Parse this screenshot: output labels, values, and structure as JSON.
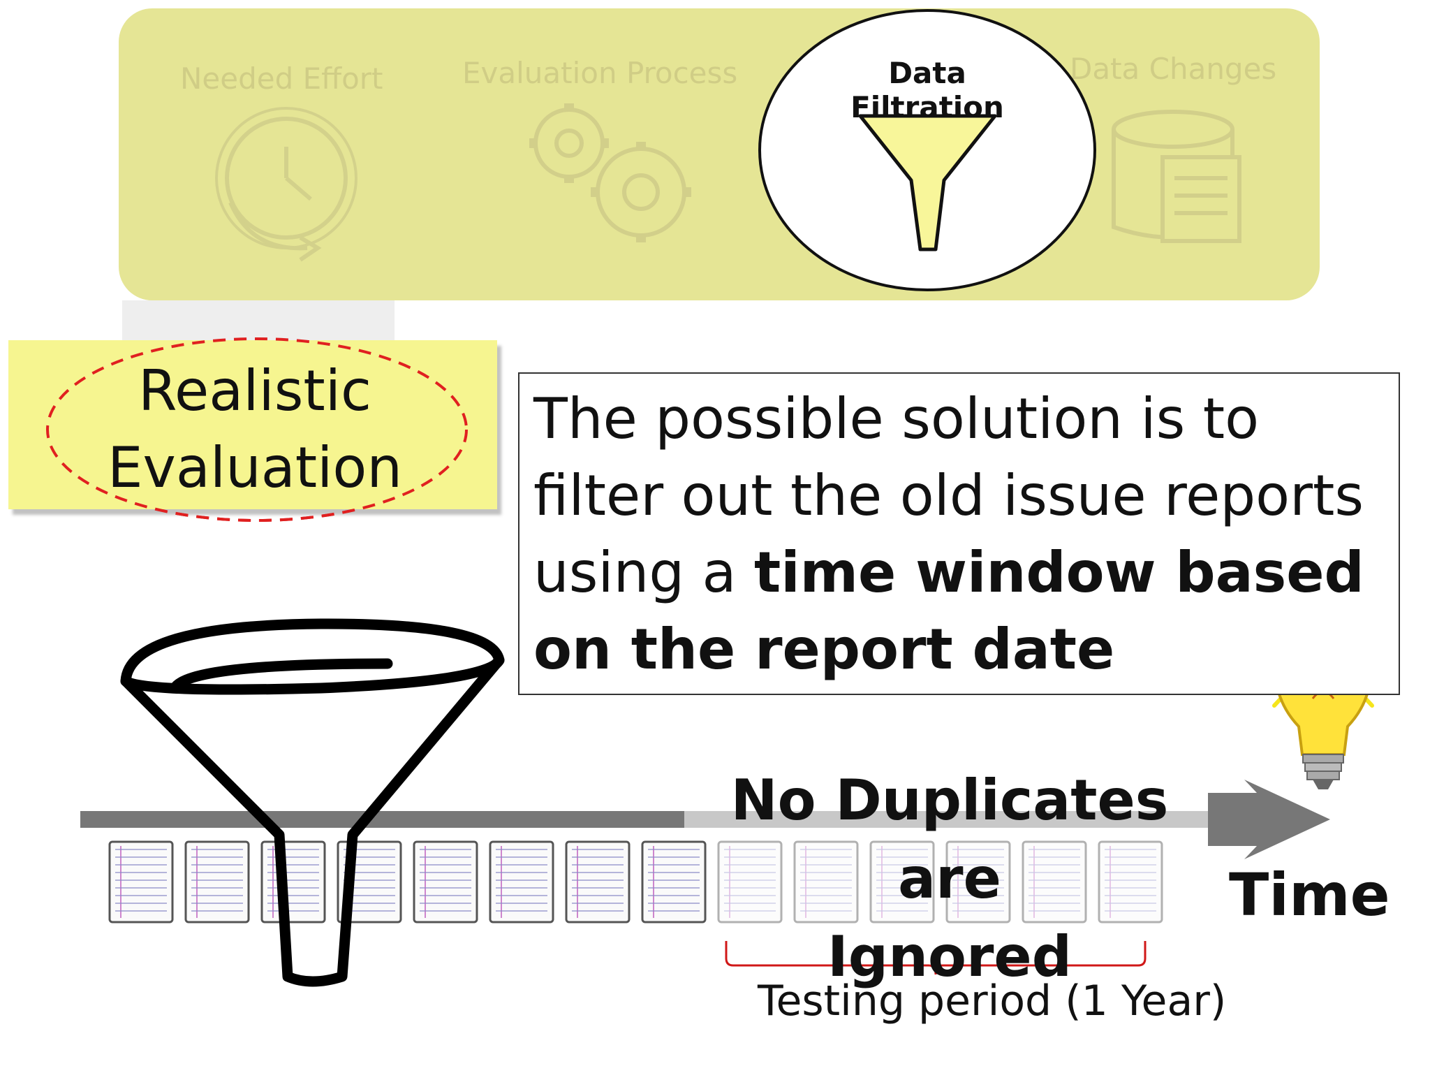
{
  "banner": {
    "steps": [
      {
        "label": "Needed Effort",
        "icon": "clock-cycle-icon",
        "active": false
      },
      {
        "label": "Evaluation Process",
        "icon": "gears-icon",
        "active": false
      },
      {
        "label": "Data Filtration",
        "icon": "funnel-icon",
        "active": true
      },
      {
        "label": "Data Changes",
        "icon": "database-document-icon",
        "active": false
      }
    ],
    "color": "#e5e595"
  },
  "note": {
    "line1": "Realistic",
    "line2": "Evaluation",
    "ring_color": "#e02020"
  },
  "solution": {
    "normal": "The possible solution  is to filter out the old issue reports using a",
    "bold": "time window based on the report date"
  },
  "timeline": {
    "overlay_line1": "No Duplicates are",
    "overlay_line2": "Ignored",
    "axis_label": "Time",
    "testing_label": "Testing period (1 Year)",
    "document_count": 14,
    "testing_start_index": 8,
    "bracket_color": "#d01818",
    "arrow_color": "#777777"
  },
  "icons": {
    "big_funnel": "funnel-outline-icon",
    "idea": "lightbulb-icon"
  }
}
